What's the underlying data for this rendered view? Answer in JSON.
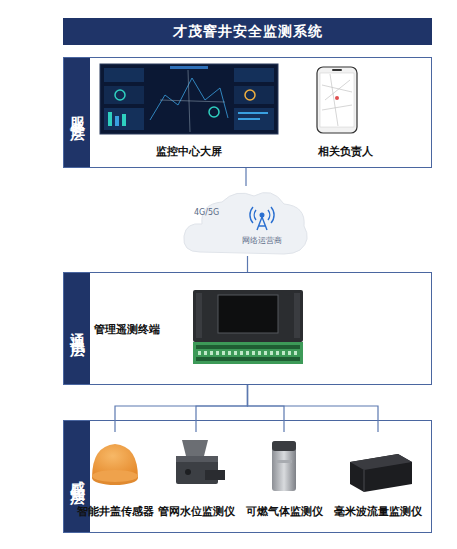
{
  "diagram": {
    "title": "才茂窨井安全监测系统",
    "nodes": [
      {
        "text": [
          "服务层"
        ]
      },
      {
        "text": [
          "监控中心大屏"
        ],
        "in": 0
      },
      {
        "text": [
          "相关负责人"
        ],
        "in": 0
      },
      {
        "text": [
          "4G/5G",
          "网络运营商"
        ]
      },
      {
        "text": [
          "通讯层"
        ]
      },
      {
        "text": [
          "管理遥测终端"
        ],
        "in": 4
      },
      {
        "text": [
          "感知层"
        ]
      },
      {
        "text": [
          "智能井盖传感器"
        ],
        "in": 6
      },
      {
        "text": [
          "管网水位监测仪"
        ],
        "in": 6
      },
      {
        "text": [
          "可燃气体监测仪"
        ],
        "in": 6
      },
      {
        "text": [
          "毫米波流量监测仪"
        ],
        "in": 6
      }
    ],
    "edges": [
      {
        "from": 0,
        "to": 3,
        "arrow": "none"
      },
      {
        "from": 3,
        "to": 4,
        "arrow": "none"
      },
      {
        "from": 4,
        "to": 7,
        "arrow": "none"
      },
      {
        "from": 4,
        "to": 8,
        "arrow": "none"
      },
      {
        "from": 4,
        "to": 9,
        "arrow": "none"
      },
      {
        "from": 4,
        "to": 10,
        "arrow": "none"
      }
    ]
  }
}
